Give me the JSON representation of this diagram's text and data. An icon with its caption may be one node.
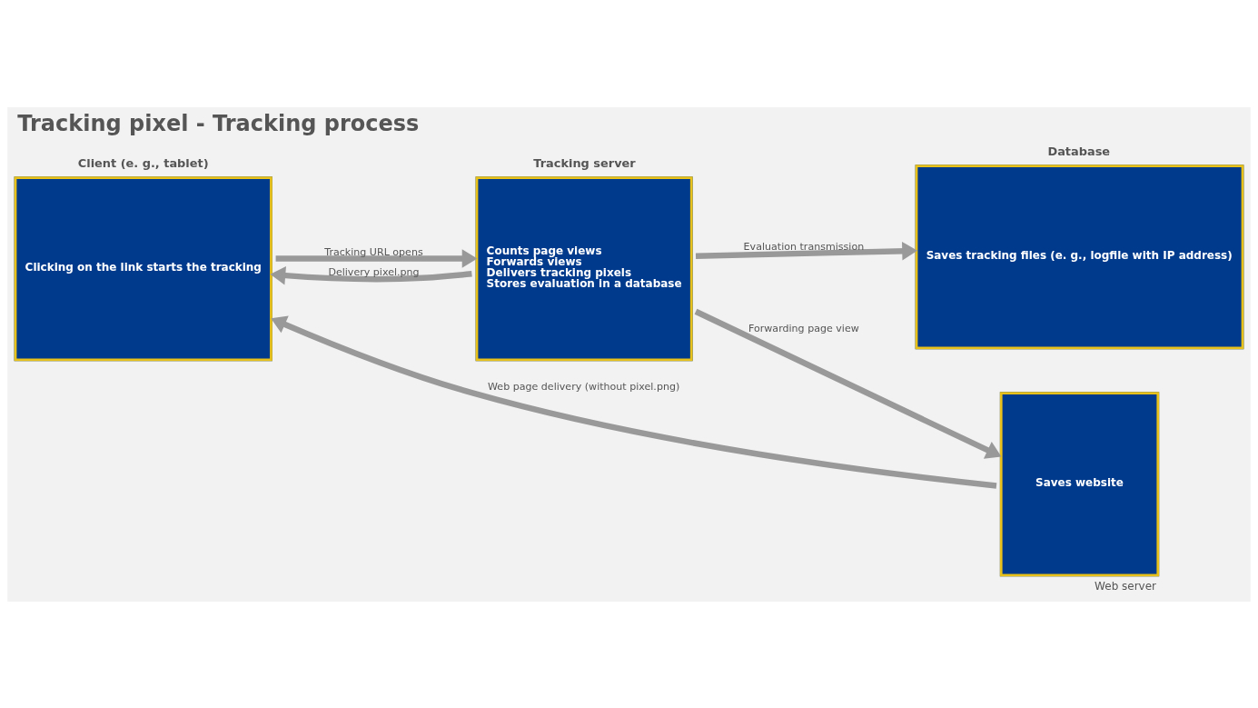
{
  "diagram": {
    "title": "Tracking pixel - Tracking process",
    "nodes": [
      {
        "text": [
          "Client (e. g., tablet)",
          "Clicking on the link starts the tracking"
        ]
      },
      {
        "text": [
          "Tracking server",
          "Counts page views",
          "Forwards views",
          "Delivers tracking pixels",
          "Stores evaluation in a database"
        ]
      },
      {
        "text": [
          "Database",
          "Saves tracking files (e. g., logfile with IP address)"
        ]
      },
      {
        "text": [
          "Saves website"
        ],
        "beside": [
          "Web server"
        ]
      }
    ],
    "edges": [
      {
        "from": 0,
        "to": 1,
        "arrow": "to",
        "label": "Tracking URL opens"
      },
      {
        "from": 1,
        "to": 0,
        "arrow": "to",
        "label": "Delivery pixel.png"
      },
      {
        "from": 1,
        "to": 2,
        "arrow": "to",
        "label": "Evaluation transmission"
      },
      {
        "from": 1,
        "to": 3,
        "arrow": "to",
        "label": "Forwarding page view"
      },
      {
        "from": 3,
        "to": 0,
        "arrow": "to",
        "label": "Web page delivery (without pixel.png)"
      }
    ]
  }
}
